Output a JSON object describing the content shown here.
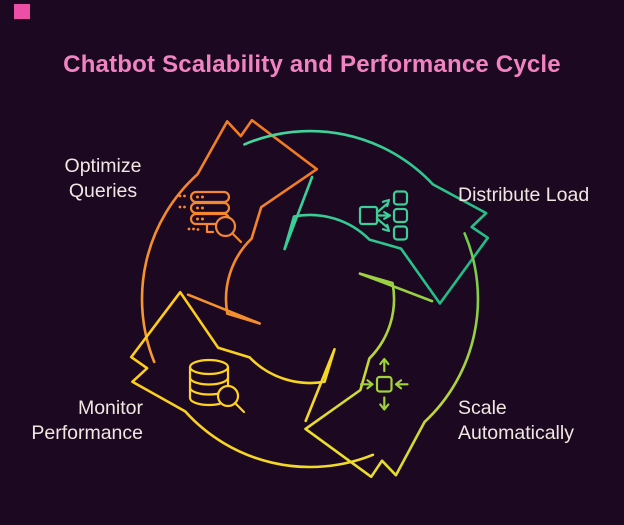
{
  "page": {
    "background_color": "#1D0822"
  },
  "decor": {
    "corner_square_color": "#ED4FA8"
  },
  "header": {
    "title": "Chatbot Scalability and Performance Cycle",
    "title_color": "#F283C2"
  },
  "labels_color": "#EFE8E1",
  "cycle": {
    "type": "circular-process",
    "direction": "clockwise",
    "steps": [
      {
        "id": "optimize-queries",
        "label_line1": "Optimize",
        "label_line2": "Queries",
        "icon": "server-search-icon",
        "icon_color": "#F5872E",
        "arrow_color_start": "#F79A33",
        "arrow_color_end": "#EF7A22",
        "position": "top-left"
      },
      {
        "id": "distribute-load",
        "label_line1": "Distribute Load",
        "label_line2": "",
        "icon": "load-balancer-icon",
        "icon_color": "#3BD097",
        "arrow_color_start": "#45D89E",
        "arrow_color_end": "#22BD85",
        "position": "top-right"
      },
      {
        "id": "scale-automatically",
        "label_line1": "Scale",
        "label_line2": "Automatically",
        "icon": "resize-arrows-icon",
        "icon_color": "#9FD23B",
        "arrow_color_start": "#6FCB4F",
        "arrow_color_end": "#EDDE2B",
        "position": "bottom-right"
      },
      {
        "id": "monitor-performance",
        "label_line1": "Monitor",
        "label_line2": "Performance",
        "icon": "database-search-icon",
        "icon_color": "#FFD21E",
        "arrow_color_start": "#EFDC2D",
        "arrow_color_end": "#FFCC17",
        "position": "bottom-left"
      }
    ]
  }
}
